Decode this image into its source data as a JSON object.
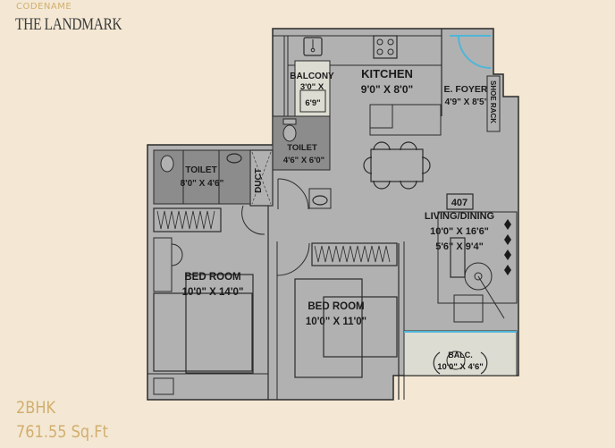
{
  "brand": {
    "kicker": "CODENAME",
    "title": "THE LANDMARK"
  },
  "unit": {
    "type": "2BHK",
    "area": "761.55 Sq.Ft",
    "number": "407"
  },
  "colors": {
    "background": "#f4e8d4",
    "accent": "#d1ae6e",
    "floor": "#b1b1b1",
    "wet_area": "#8c8c8c",
    "balcony": "#dcdcd2",
    "door_swing_blue": "#4fb6d8",
    "wall": "#2a2a2a"
  },
  "rooms": {
    "kitchen": {
      "name": "KITCHEN",
      "size": "9'0\" X 8'0\""
    },
    "balcony_utility": {
      "name": "BALCONY",
      "size_line1": "3'0\" X",
      "size_line2": "6'9\""
    },
    "foyer": {
      "name": "E. FOYER",
      "size": "4'9\" X 8'5\""
    },
    "shoe_rack": {
      "name": "SHOE RACK"
    },
    "toilet_1": {
      "name": "TOILET",
      "size": "8'0\" X 4'6\""
    },
    "toilet_2": {
      "name": "TOILET",
      "size": "4'6\" X 6'0\""
    },
    "duct": {
      "name": "DUCT"
    },
    "living": {
      "name": "LIVING/DINING",
      "size_line1": "10'0\" X 16'6\"",
      "size_line2": "5'6\" X 9'4\""
    },
    "bedroom_1": {
      "name": "BED ROOM",
      "size": "10'0\" X 14'0\""
    },
    "bedroom_2": {
      "name": "BED ROOM",
      "size": "10'0\" X 11'0\""
    },
    "balcony_living": {
      "name": "BALC.",
      "size": "10'0\" X 4'6\""
    }
  }
}
